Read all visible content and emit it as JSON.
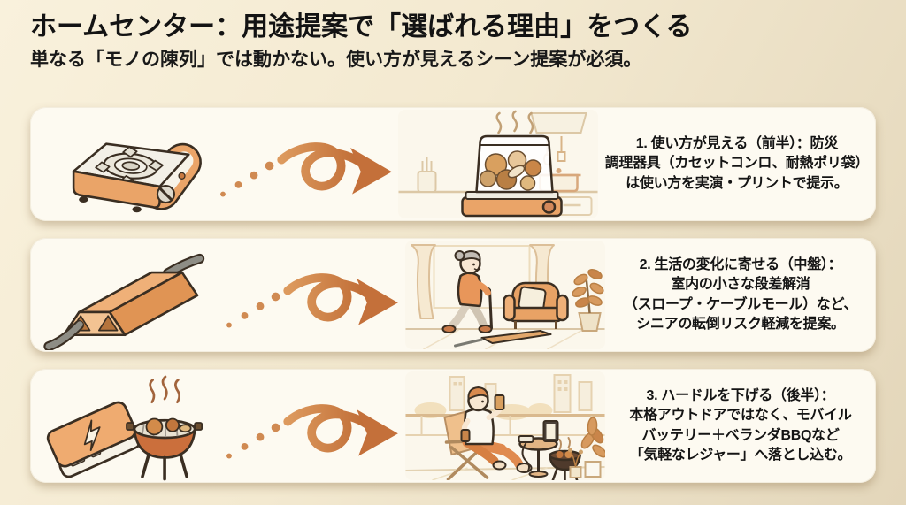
{
  "header": {
    "title": "ホームセンター：用途提案で「選ばれる理由」をつくる",
    "subtitle": "単なる「モノの陳列」では動かない。使い方が見えるシーン提案が必須。"
  },
  "rows": [
    {
      "number": "1",
      "product_icon": "cassette-stove-icon",
      "arrow_icon": "loop-arrow-icon",
      "scene_icon": "kitchen-polybag-cooking-scene",
      "lines": [
        "1. 使い方が見える（前半）：防災",
        "調理器具（カセットコンロ、耐熱ポリ袋）",
        "は使い方を実演・プリントで提示。"
      ]
    },
    {
      "number": "2",
      "product_icon": "cable-protector-icon",
      "arrow_icon": "loop-arrow-icon",
      "scene_icon": "senior-living-room-scene",
      "lines": [
        "2. 生活の変化に寄せる（中盤）：",
        "室内の小さな段差解消",
        "（スロープ・ケーブルモール）など、",
        "シニアの転倒リスク軽減を提案。"
      ]
    },
    {
      "number": "3",
      "product_icon": "powerbank-bbq-icon",
      "arrow_icon": "loop-arrow-icon",
      "scene_icon": "balcony-bbq-scene",
      "lines": [
        "3. ハードルを下げる（後半）：",
        "本格アウトドアではなく、モバイル",
        "バッテリー＋ベランダBBQなど",
        "「気軽なレジャー」へ落とし込む。"
      ]
    }
  ],
  "colors": {
    "background_top": "#f9f1dc",
    "background_bottom": "#e3d6ba",
    "card": "#fdfaf1",
    "accent_arrow_light": "#dd9a5e",
    "accent_arrow_dark": "#bd6832",
    "product_orange": "#eaa468",
    "outline_brown": "#3a2e22",
    "text": "#141414"
  }
}
